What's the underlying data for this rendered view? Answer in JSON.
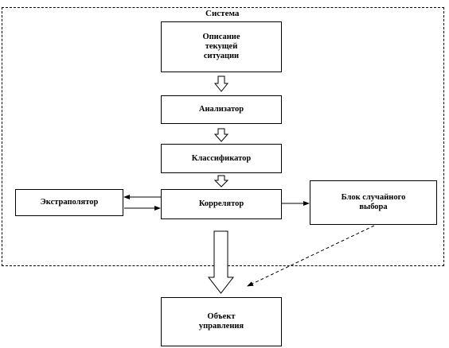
{
  "system": {
    "label": "Система"
  },
  "blocks": {
    "description": [
      "Описание",
      "текущей",
      "ситуации"
    ],
    "analyzer": "Анализатор",
    "classifier": "Классификатор",
    "correlator": "Коррелятор",
    "extrapolator": "Экстраполятор",
    "random_choice": [
      "Блок случайного",
      "выбора"
    ],
    "control_object": [
      "Объект",
      "управления"
    ]
  }
}
